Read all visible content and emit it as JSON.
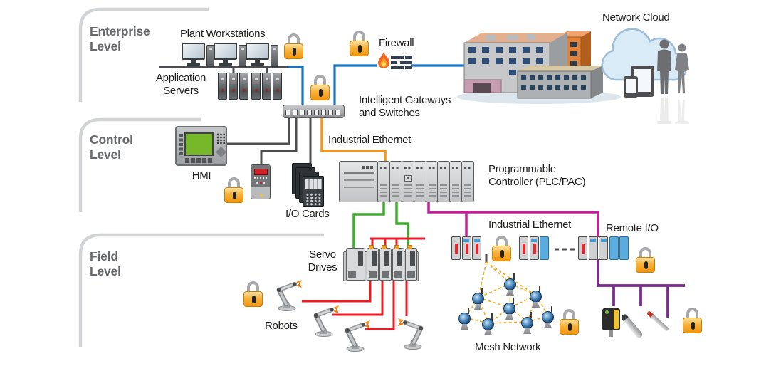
{
  "colors": {
    "blue": "#1b75bc",
    "orange": "#f7941e",
    "green": "#3dae2b",
    "red": "#ed1c24",
    "magenta": "#bf2296",
    "purple": "#7b2d8e",
    "mesh": "#f5a81c",
    "bracket": "#d1d3d4",
    "lock_gold": "#f7b23c"
  },
  "levels": [
    {
      "label": "Enterprise\nLevel"
    },
    {
      "label": "Control\nLevel"
    },
    {
      "label": "Field\nLevel"
    }
  ],
  "labels": {
    "plant_workstations": "Plant Workstations",
    "application_servers": "Application\nServers",
    "firewall": "Firewall",
    "network_cloud": "Network Cloud",
    "gateways": "Intelligent Gateways\nand Switches",
    "industrial_ethernet_control": "Industrial Ethernet",
    "hmi": "HMI",
    "io_cards": "I/O Cards",
    "plc": "Programmable\nController (PLC/PAC)",
    "industrial_ethernet_field": "Industrial Ethernet",
    "remote_io": "Remote I/O",
    "servo_drives": "Servo\nDrives",
    "robots": "Robots",
    "mesh_network": "Mesh Network"
  },
  "icons": {
    "padlock": "security-lock (9 instances)",
    "flame_wall": "firewall",
    "workstation": "desktop-computer (3 instances)",
    "server_rack": "server-towers (2 groups)",
    "switch": "network-switch",
    "building": "enterprise-buildings",
    "cloud": "network-cloud",
    "tablet_phone": "mobile-devices",
    "people": "business-people",
    "hmi": "hmi-panel",
    "vfd": "drive-unit",
    "io_cards": "io-card-stack",
    "plc": "plc-rack (9 modules)",
    "servo_rack": "servo-drive-rack (5 modules)",
    "robot": "robot-arm (4 instances)",
    "mesh_node": "wireless-transmitter (8 instances)",
    "remote_io_group": "io-module-group (3 groups)",
    "sensors": "photo-eye, proximity, probe"
  }
}
